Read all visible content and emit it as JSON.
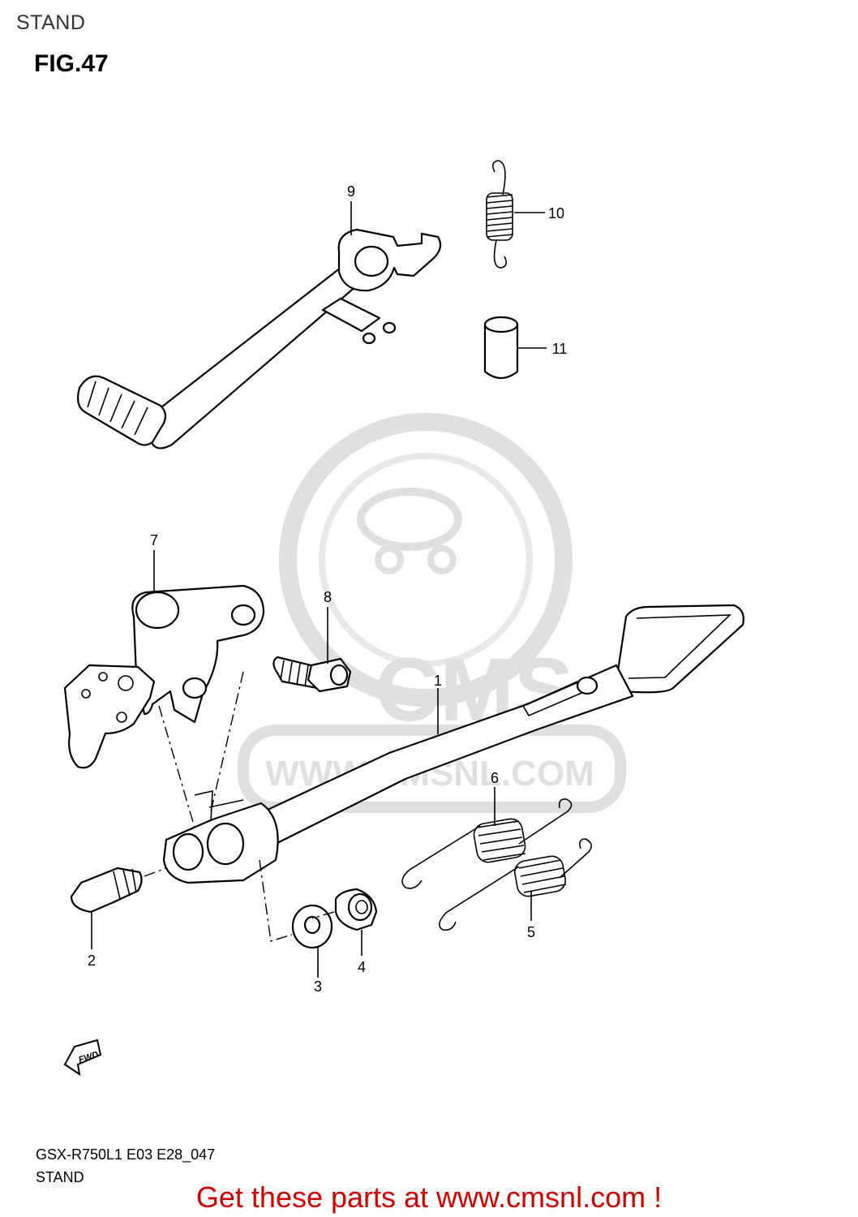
{
  "header": {
    "section_title": "STAND",
    "figure_label": "FIG.47"
  },
  "watermark": {
    "brand": "CMS",
    "url": "WWW.CMSNL.COM"
  },
  "callouts": [
    {
      "id": "1",
      "part": "stand"
    },
    {
      "id": "2",
      "part": "bolt"
    },
    {
      "id": "3",
      "part": "washer"
    },
    {
      "id": "4",
      "part": "nut"
    },
    {
      "id": "5",
      "part": "spring"
    },
    {
      "id": "6",
      "part": "spring"
    },
    {
      "id": "7",
      "part": "bracket"
    },
    {
      "id": "8",
      "part": "bolt"
    },
    {
      "id": "9",
      "part": "brake pedal"
    },
    {
      "id": "10",
      "part": "return spring"
    },
    {
      "id": "11",
      "part": "spacer"
    }
  ],
  "direction_badge": "FWD",
  "footer": {
    "model_code": "GSX-R750L1 E03 E28_047",
    "section_name": "STAND"
  },
  "cta": "Get these parts at www.cmsnl.com !",
  "colors": {
    "cta": "#d40000",
    "watermark": "#dcdcdc",
    "lines": "#000000"
  }
}
